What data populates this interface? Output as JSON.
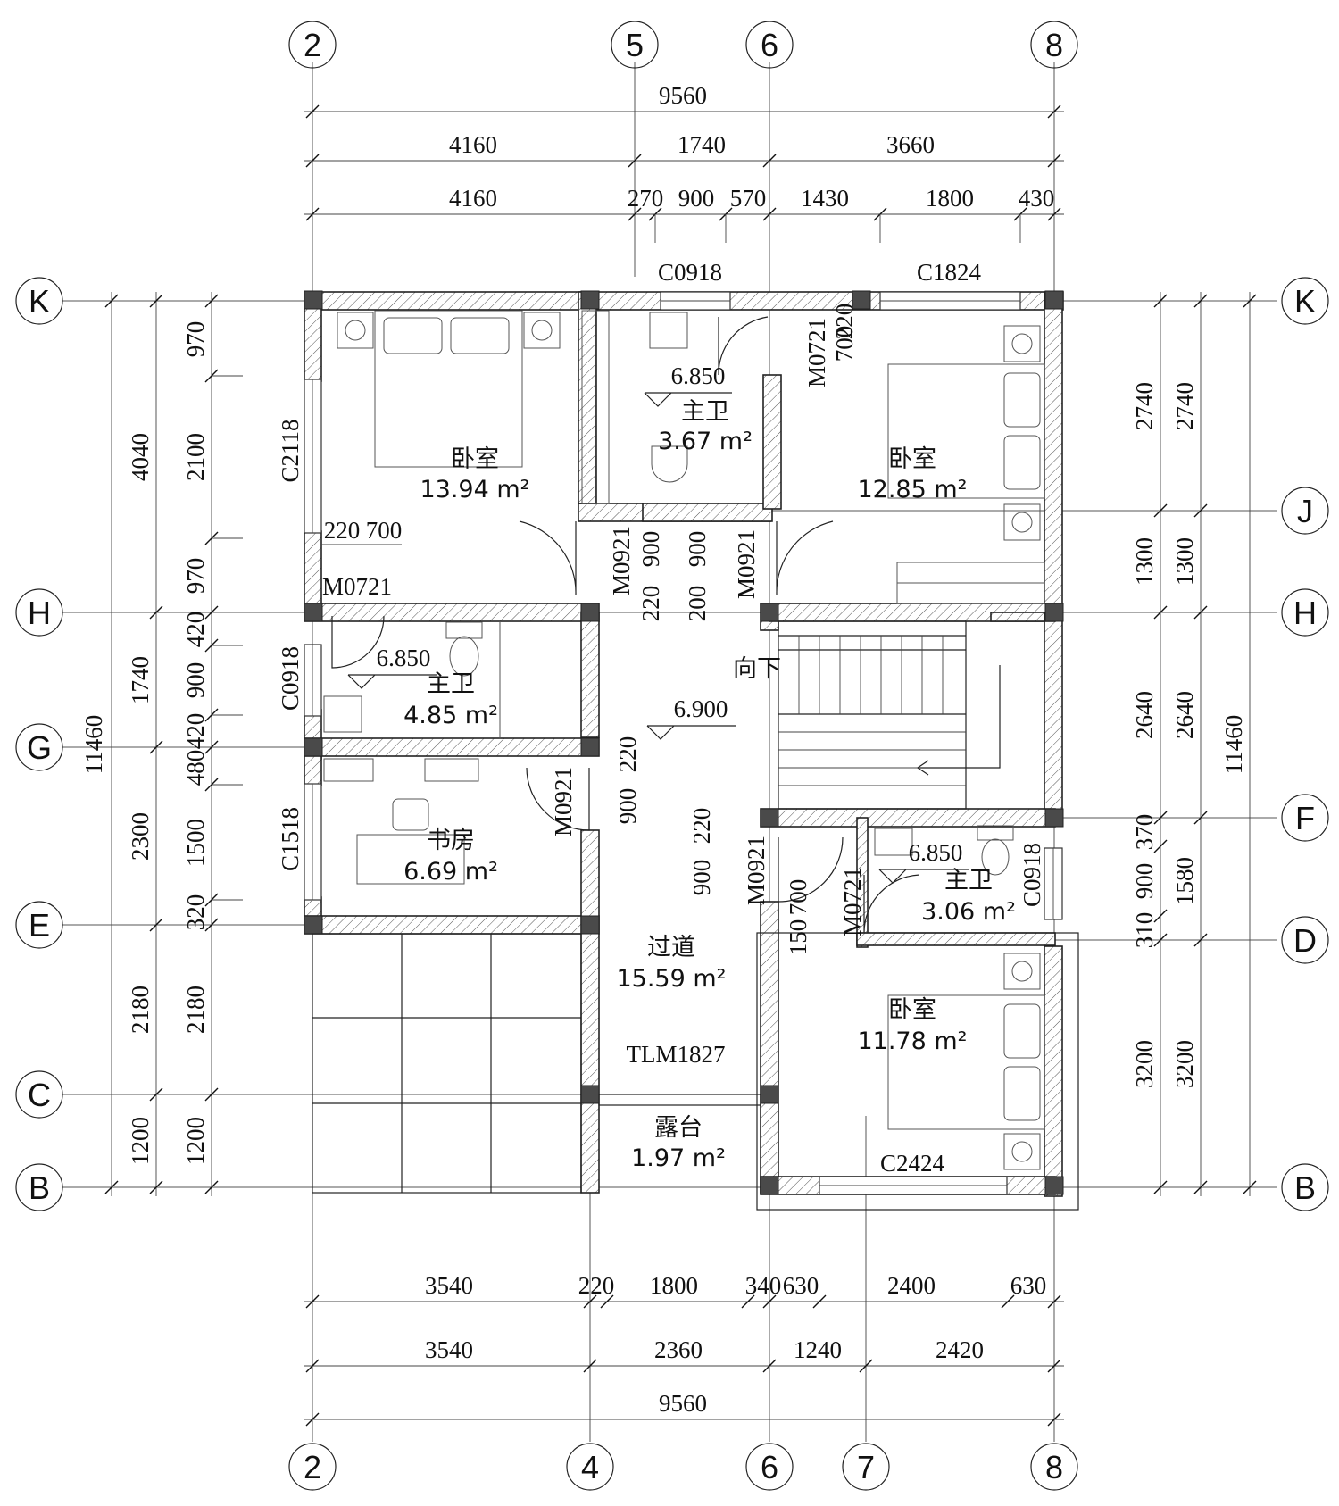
{
  "axes_top": [
    {
      "id": "ax-top-2",
      "label": "2"
    },
    {
      "id": "ax-top-5",
      "label": "5"
    },
    {
      "id": "ax-top-6",
      "label": "6"
    },
    {
      "id": "ax-top-8",
      "label": "8"
    }
  ],
  "axes_bottom": [
    {
      "id": "ax-bot-2",
      "label": "2"
    },
    {
      "id": "ax-bot-4",
      "label": "4"
    },
    {
      "id": "ax-bot-6",
      "label": "6"
    },
    {
      "id": "ax-bot-7",
      "label": "7"
    },
    {
      "id": "ax-bot-8",
      "label": "8"
    }
  ],
  "axes_left": [
    {
      "id": "ax-left-K",
      "label": "K"
    },
    {
      "id": "ax-left-H",
      "label": "H"
    },
    {
      "id": "ax-left-G",
      "label": "G"
    },
    {
      "id": "ax-left-E",
      "label": "E"
    },
    {
      "id": "ax-left-C",
      "label": "C"
    },
    {
      "id": "ax-left-B",
      "label": "B"
    }
  ],
  "axes_right": [
    {
      "id": "ax-right-K",
      "label": "K"
    },
    {
      "id": "ax-right-J",
      "label": "J"
    },
    {
      "id": "ax-right-H",
      "label": "H"
    },
    {
      "id": "ax-right-F",
      "label": "F"
    },
    {
      "id": "ax-right-D",
      "label": "D"
    },
    {
      "id": "ax-right-B",
      "label": "B"
    }
  ],
  "dims_top": {
    "overall": "9560",
    "row2": [
      "4160",
      "1740",
      "3660"
    ],
    "row3": [
      "4160",
      "270",
      "900",
      "570",
      "1430",
      "1800",
      "430"
    ]
  },
  "dims_bottom": {
    "row1": [
      "3540",
      "220",
      "1800",
      "340",
      "630",
      "2400",
      "630"
    ],
    "row2": [
      "3540",
      "2360",
      "1240",
      "2420"
    ],
    "overall": "9560"
  },
  "dims_left": {
    "overall": "11460",
    "row2": [
      "4040",
      "1740",
      "2300",
      "2180",
      "1200"
    ],
    "row3": [
      "970",
      "2100",
      "970",
      "420",
      "900",
      "420",
      "480",
      "1500",
      "320",
      "2180",
      "1200"
    ]
  },
  "dims_right": {
    "overall": "11460",
    "row2": [
      "2740",
      "1300",
      "2640",
      "1580",
      "3200"
    ],
    "row3": [
      "2740",
      "1300",
      "2640",
      "370",
      "900",
      "310",
      "3200"
    ]
  },
  "rooms": [
    {
      "id": "room-bedroom-1",
      "name": "卧室",
      "area": "13.94 m²"
    },
    {
      "id": "room-bath-1",
      "name": "主卫",
      "area": "3.67 m²"
    },
    {
      "id": "room-bedroom-2",
      "name": "卧室",
      "area": "12.85 m²"
    },
    {
      "id": "room-bath-2",
      "name": "主卫",
      "area": "4.85 m²"
    },
    {
      "id": "room-study",
      "name": "书房",
      "area": "6.69 m²"
    },
    {
      "id": "room-corridor",
      "name": "过道",
      "area": "15.59 m²"
    },
    {
      "id": "room-bath-3",
      "name": "主卫",
      "area": "3.06 m²"
    },
    {
      "id": "room-bedroom-3",
      "name": "卧室",
      "area": "11.78 m²"
    },
    {
      "id": "room-terrace",
      "name": "露台",
      "area": "1.97 m²"
    }
  ],
  "openings": {
    "c0918_top": "C0918",
    "c1824": "C1824",
    "c2118": "C2118",
    "m0721_left": "M0721",
    "c0918_left": "C0918",
    "c1518": "C1518",
    "m0921_a": "M0921",
    "m0921_b": "M0921",
    "m0921_study": "M0921",
    "m0921_c": "M0921",
    "m0721_top": "M0721",
    "m0721_bath3": "M0721",
    "c0918_right": "C0918",
    "c2424": "C2424",
    "tlm1827": "TLM1827"
  },
  "levels": {
    "bath1": "6.850",
    "bath2": "6.850",
    "bath3": "6.850",
    "corridor": "6.900"
  },
  "stair_label": "向下",
  "inner_dims": {
    "d220a": "220",
    "d700a": "700",
    "d900a": "900",
    "d900b": "900",
    "d220b": "220",
    "d200": "200",
    "d220c": "220",
    "d900c": "900",
    "d220d": "220",
    "d900d": "900",
    "d700b": "700",
    "d220e": "220",
    "d150": "150",
    "d700c": "700"
  }
}
